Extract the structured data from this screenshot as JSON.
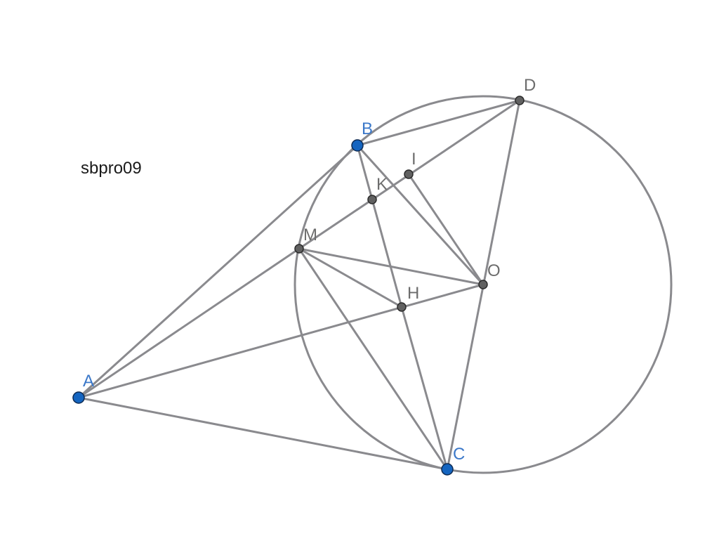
{
  "caption": "sbpro09",
  "points": [
    {
      "id": "A",
      "label": "A",
      "type": "free"
    },
    {
      "id": "B",
      "label": "B",
      "type": "free"
    },
    {
      "id": "C",
      "label": "C",
      "type": "free"
    },
    {
      "id": "D",
      "label": "D",
      "type": "dependent"
    },
    {
      "id": "O",
      "label": "O",
      "type": "dependent"
    },
    {
      "id": "M",
      "label": "M",
      "type": "dependent"
    },
    {
      "id": "H",
      "label": "H",
      "type": "dependent"
    },
    {
      "id": "K",
      "label": "K",
      "type": "dependent"
    },
    {
      "id": "I",
      "label": "I",
      "type": "dependent"
    }
  ],
  "segments": [
    [
      "A",
      "B"
    ],
    [
      "A",
      "C"
    ],
    [
      "A",
      "M"
    ],
    [
      "A",
      "O"
    ],
    [
      "B",
      "D"
    ],
    [
      "B",
      "O"
    ],
    [
      "B",
      "H"
    ],
    [
      "M",
      "D"
    ],
    [
      "M",
      "O"
    ],
    [
      "M",
      "H"
    ],
    [
      "M",
      "C"
    ],
    [
      "D",
      "C"
    ],
    [
      "H",
      "C"
    ],
    [
      "I",
      "O"
    ]
  ],
  "circles": [
    {
      "center": "O",
      "through": "B"
    }
  ],
  "colors": {
    "free_point": "#1565c0",
    "dependent_point": "#616161",
    "line": "#8a8a8e",
    "free_label": "#3b78c9",
    "dependent_label": "#6d6d6d"
  }
}
